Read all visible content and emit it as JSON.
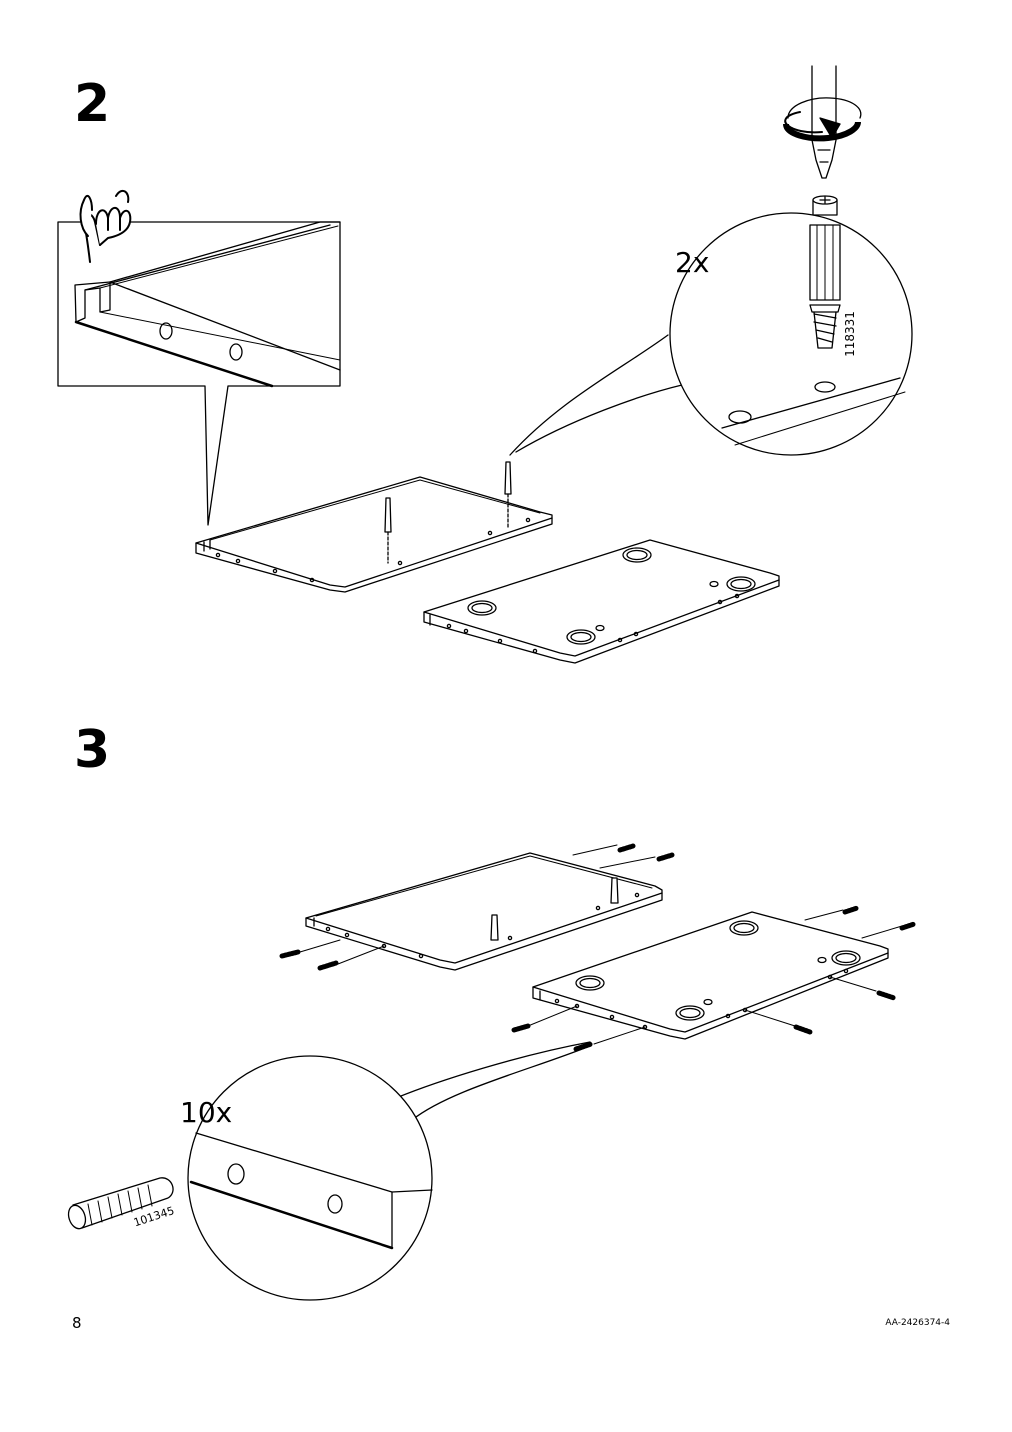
{
  "steps": [
    {
      "number": "2",
      "quantity": "2x",
      "part_number": "118331"
    },
    {
      "number": "3",
      "quantity": "10x",
      "part_number": "101345"
    }
  ],
  "footer": {
    "page_number": "8",
    "document_code": "AA-2426374-4"
  }
}
